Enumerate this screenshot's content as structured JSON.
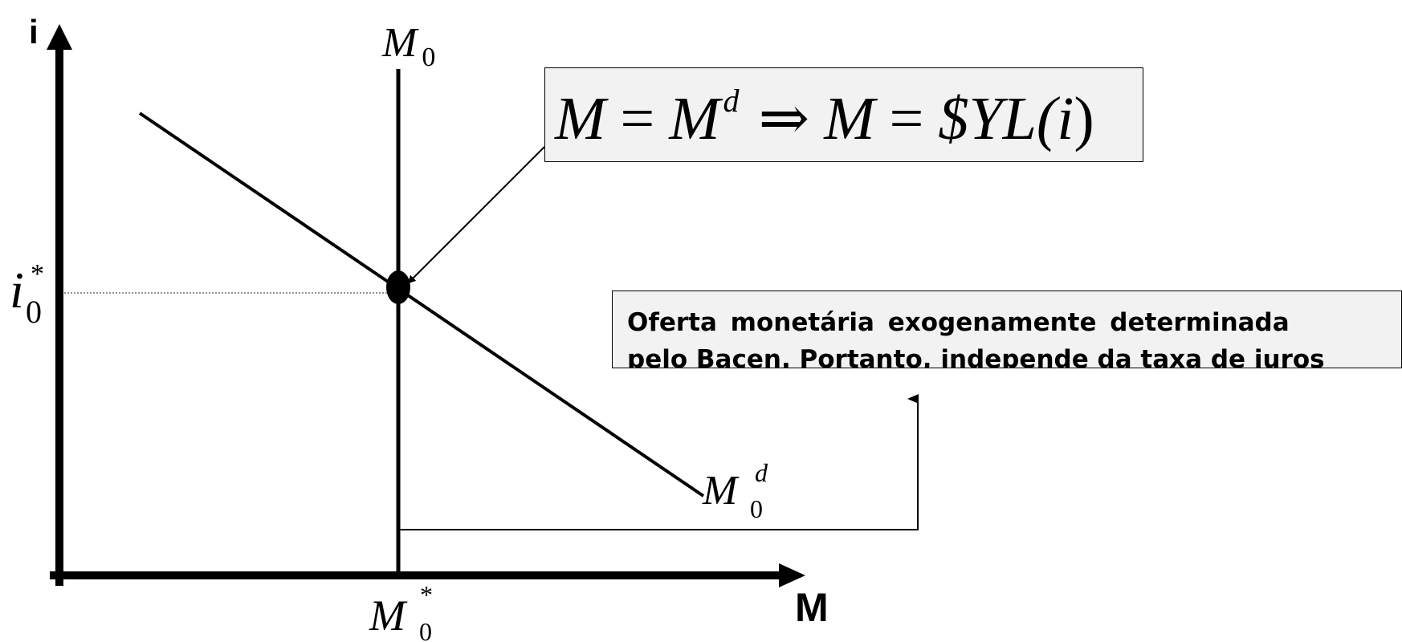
{
  "axes": {
    "y_label": "i",
    "x_label": "M",
    "y_tick": {
      "base": "i",
      "sub": "0",
      "sup": "*"
    },
    "x_tick": {
      "base": "M",
      "sub": "0",
      "sup": "*"
    }
  },
  "curves": {
    "supply": {
      "base": "M",
      "sub": "0"
    },
    "demand": {
      "base": "M",
      "sub": "0",
      "sup": "d"
    }
  },
  "equilibrium_formula": {
    "p1": "M",
    "p2": "=",
    "p3": "M",
    "p3_sup": "d",
    "p4": "⇒",
    "p5": "M",
    "p6": "=",
    "p7": "$YL(",
    "p8": "i",
    "p9": ")"
  },
  "note": {
    "line1": "Oferta   monetária    exogenamente  determinada",
    "line2": "pelo Bacen. Portanto, independe da taxa de juros"
  }
}
